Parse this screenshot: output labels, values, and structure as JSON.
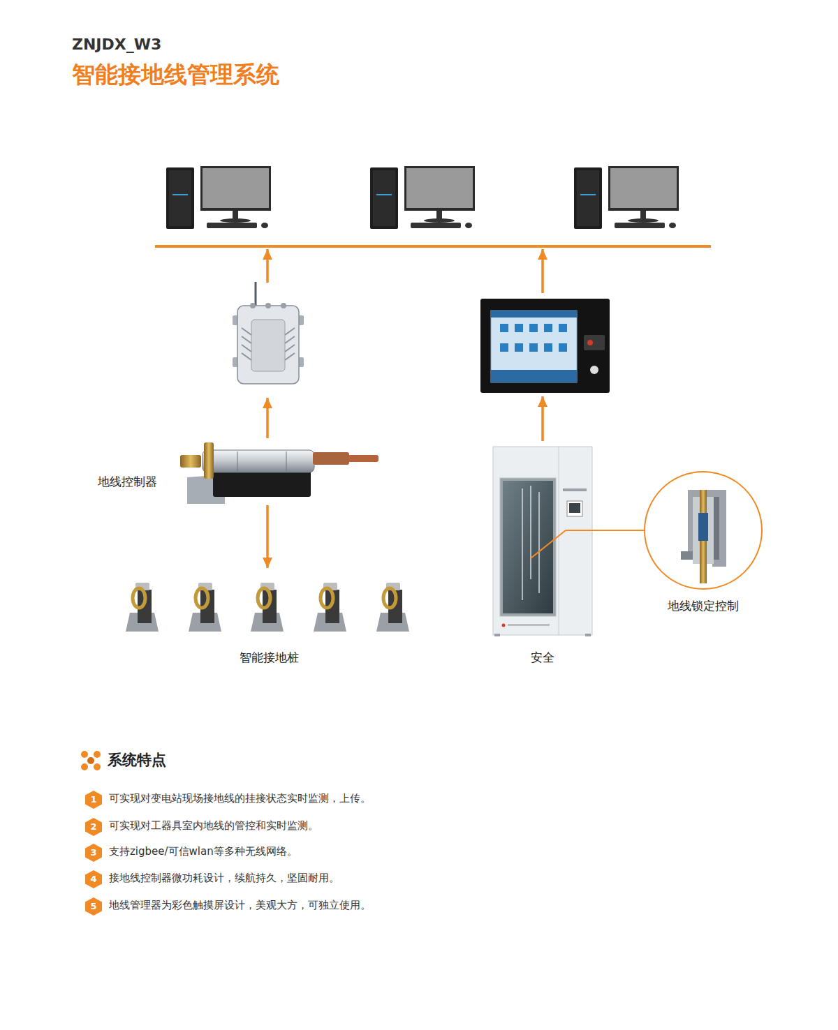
{
  "diagram": {
    "title": "智能接地线管理系统",
    "nodes": [
      {
        "text": [
          "地线控制器"
        ]
      },
      {
        "text": [
          "智能接地桩"
        ]
      },
      {
        "text": [
          "安全"
        ]
      },
      {
        "text": [
          "地线锁定控制"
        ]
      },
      {
        "text": [
          "1"
        ]
      },
      {
        "text": [
          "2"
        ]
      },
      {
        "text": [
          "3"
        ]
      },
      {
        "text": [
          "4"
        ]
      },
      {
        "text": [
          "5"
        ]
      }
    ],
    "edges": [
      {
        "from": 0,
        "to": 1,
        "arrow": "to"
      },
      {
        "from": 2,
        "to": 3,
        "arrow": "none"
      }
    ],
    "labels": [
      "ZNJDX_W3",
      "系统特点",
      "可实现对变电站现场接地线的挂接状态实时监测，上传。",
      "可实现对工器具室内地线的管控和实时监测。",
      "支持zigbee/可信wlan等多种无线网络。",
      "接地线控制器微功耗设计，续航持久，坚固耐用。",
      "地线管理器为彩色触摸屏设计，美观大方，可独立使用。"
    ]
  }
}
